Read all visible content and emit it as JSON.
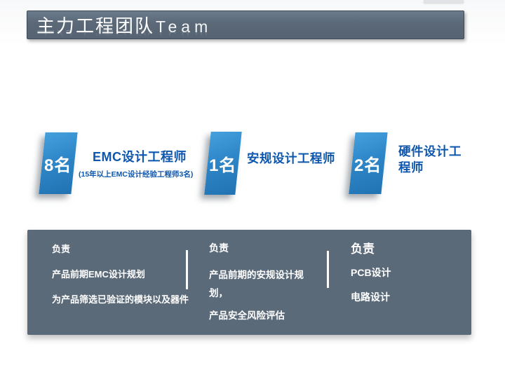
{
  "header": {
    "title_cn": "主力工程团队",
    "title_en": "Team"
  },
  "teams": [
    {
      "count": "8名",
      "title": "EMC设计工程师",
      "subtitle": "(15年以上EMC设计经验工程师3名)"
    },
    {
      "count": "1名",
      "title": "安规设计工程师"
    },
    {
      "count": "2名",
      "title": "硬件设计工\n程师"
    }
  ],
  "duties": [
    {
      "heading": "负责",
      "items": [
        "产品前期EMC设计规划",
        "为产品筛选已验证的模块以及器件"
      ]
    },
    {
      "heading": "负责",
      "items": [
        "产品前期的安规设计规\n划，",
        "产品安全风险评估"
      ]
    },
    {
      "heading": "负责",
      "items": [
        "PCB设计",
        "电路设计"
      ]
    }
  ],
  "colors": {
    "accent_blue": "#2e86c8",
    "label_blue": "#0e57ad",
    "slate_gray": "#5b6a79",
    "text_white": "#ffffff"
  }
}
